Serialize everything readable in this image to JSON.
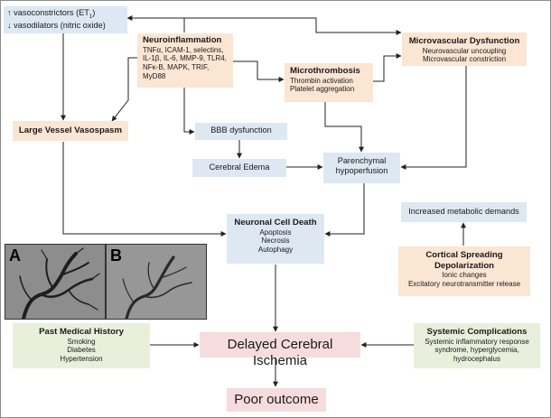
{
  "vasoactive": {
    "line1": "↑ vasoconstrictors (ET",
    "line1_sub": "1",
    "line1_end": ")",
    "line2": "↓ vasodilators (nitric oxide)"
  },
  "neuroinflammation": {
    "title": "Neuroinflammation",
    "lines": [
      "TNFα, ICAM-1, selectins,",
      "IL-1β, IL-6, MMP-9, TLR4,",
      "NFκ-B, MAPK, TRIF,",
      "MyD88"
    ]
  },
  "microthrombosis": {
    "title": "Microthrombosis",
    "lines": [
      "Thrombin activation",
      "Platelet aggregation"
    ]
  },
  "microvascular": {
    "title": "Microvascular Dysfunction",
    "lines": [
      "Neurovascular uncoupling",
      "Microvascular constriction"
    ]
  },
  "vasospasm": {
    "title": "Large Vessel Vasospasm"
  },
  "bbb": {
    "label": "BBB dysfunction"
  },
  "edema": {
    "label": "Cerebral Edema"
  },
  "hypoperfusion": {
    "lines": [
      "Parenchymal",
      "hypoperfusion"
    ]
  },
  "metabolic": {
    "label": "Increased metabolic demands"
  },
  "neuronal_death": {
    "title": "Neuronal Cell Death",
    "lines": [
      "Apoptosis",
      "Necrosis",
      "Autophagy"
    ]
  },
  "csd": {
    "title_lines": [
      "Cortical Spreading",
      "Depolarization"
    ],
    "lines": [
      "Ionic changes",
      "Excitatory neurotransmitter release"
    ]
  },
  "history": {
    "title": "Past Medical History",
    "lines": [
      "Smoking",
      "Diabetes",
      "Hypertension"
    ]
  },
  "systemic": {
    "title": "Systemic Complications",
    "lines": [
      "Systemic inflammatory response",
      "syndrome, hyperglycemia,",
      "hydrocephalus"
    ]
  },
  "dci": {
    "label": "Delayed Cerebral Ischemia"
  },
  "outcome": {
    "label": "Poor outcome"
  },
  "panels": {
    "a": "A",
    "b": "B"
  },
  "colors": {
    "orange": "#fbe5d3",
    "blue": "#dde8f3",
    "green": "#e8f0dc",
    "pink": "#f6dcdc",
    "arrow": "#222222"
  }
}
